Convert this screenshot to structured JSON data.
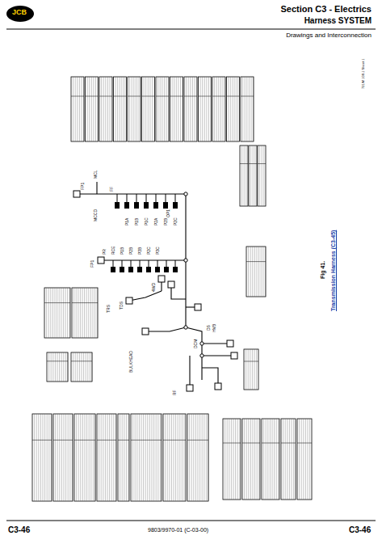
{
  "diagram": {
    "title": "Section C3 - Electrics",
    "labels": [
      "Harness SYSTEM",
      "Drawings and Interconnection",
      "Fig 41.",
      "Transmission Harness (C3-45)",
      "C3-46",
      "9803/9970-01 (C-03-00)",
      "C3-46",
      "JCB",
      "FP1",
      "MCCD",
      "MCL",
      "FF",
      "P1A",
      "P1B",
      "P1C",
      "P2A",
      "P2B",
      "P2C",
      "OP1",
      "PR",
      "RCE",
      "P1B",
      "P2B",
      "P3B",
      "P2C",
      "P3C",
      "FP1",
      "TRS",
      "TDS",
      "4WD",
      "DS",
      "HVB",
      "DCM",
      "BULKHEAD",
      "RF",
      "721/M 108-1 Sheet 1"
    ]
  }
}
